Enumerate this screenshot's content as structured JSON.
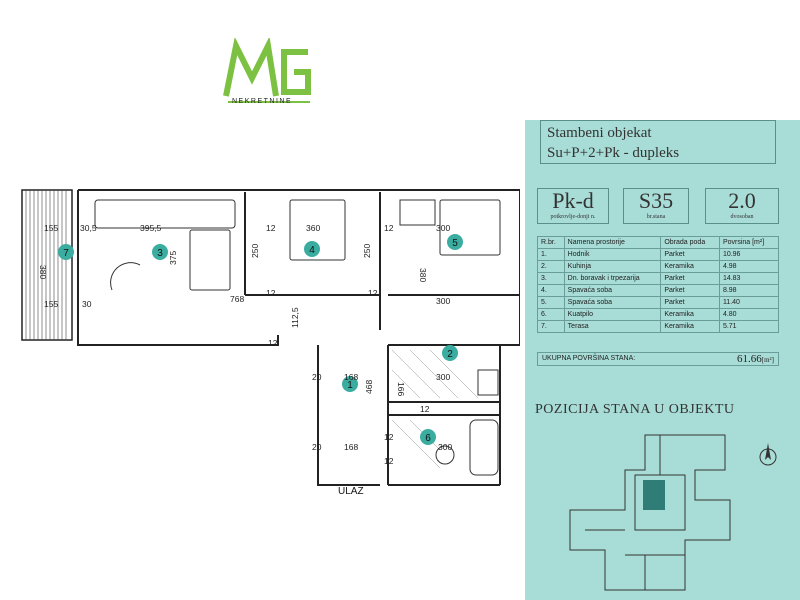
{
  "logo": {
    "letters": "MG",
    "word": "NEKRETNINE",
    "color": "#7dc142"
  },
  "panel": {
    "project_line1": "Stambeni objekat",
    "project_line2": "Su+P+2+Pk - dupleks",
    "codes": [
      {
        "main": "Pk-d",
        "sub": "potkrovlje-donji n."
      },
      {
        "main": "S35",
        "sub": "br.stana"
      },
      {
        "main": "2.0",
        "sub": "dvosoban"
      }
    ],
    "table": {
      "headers": [
        "R.br.",
        "Namena prostorije",
        "Obrada poda",
        "Povrsina [m²]"
      ],
      "rows": [
        [
          "1.",
          "Hodnik",
          "Parket",
          "10.96"
        ],
        [
          "2.",
          "Kuhinja",
          "Keramika",
          "4.98"
        ],
        [
          "3.",
          "Dn. boravak i trpezarija",
          "Parket",
          "14.83"
        ],
        [
          "4.",
          "Spavaća soba",
          "Parket",
          "8.98"
        ],
        [
          "5.",
          "Spavaća soba",
          "Parket",
          "11.40"
        ],
        [
          "6.",
          "Kuatpilo",
          "Keramika",
          "4.80"
        ],
        [
          "7.",
          "Terasa",
          "Keramika",
          "5.71"
        ]
      ]
    },
    "total_label": "UKUPNA POVRŠINA STANA:",
    "total_value": "61.66",
    "total_unit": "[m²]",
    "position_title": "POZICIJA STANA U OBJEKTU",
    "bg_color": "#a8dcd6"
  },
  "plan": {
    "entrance_label": "ULAZ",
    "room_markers": [
      "1",
      "2",
      "3",
      "4",
      "5",
      "6",
      "7"
    ],
    "dimensions": {
      "d155a": "155",
      "d380": "380",
      "d155b": "155",
      "d30a": "30,5",
      "d30b": "30",
      "d395": "395,5",
      "d375": "375",
      "d768": "768",
      "d12a": "12",
      "d360": "360",
      "d250a": "250",
      "d250b": "250",
      "d12b": "12",
      "d12c": "12",
      "d300a": "300",
      "d380b": "380",
      "d300b": "300",
      "d12d": "12",
      "d1125": "112,5",
      "d12e": "12",
      "d20a": "20",
      "d168a": "168",
      "d468": "468",
      "d166": "166",
      "d300c": "300",
      "d12f": "12",
      "d12g": "12",
      "d20b": "20",
      "d168b": "168",
      "d300d": "300",
      "d12h": "12"
    }
  }
}
